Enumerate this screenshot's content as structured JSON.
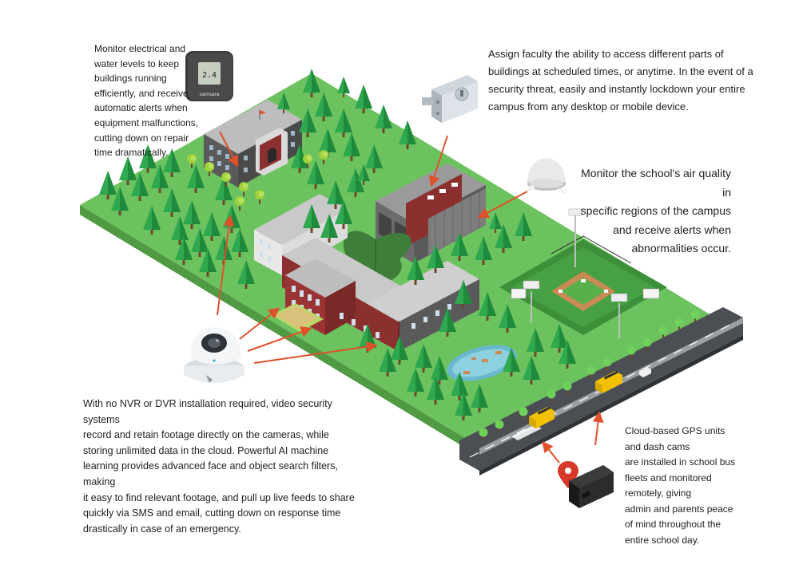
{
  "callouts": {
    "energy": "Monitor electrical and\nwater levels to keep\nbuildings running\nefficiently, and receive\nautomatic alerts when\nequipment malfunctions,\ncutting down on repair\ntime dramatically.",
    "access": "Assign faculty the ability to access different parts of\nbuildings at scheduled times, or anytime. In the event of a\nsecurity threat, easily and instantly lockdown your entire\ncampus from any desktop or mobile device.",
    "air": "Monitor the school's air quality in\nspecific regions of the campus\nand receive alerts when\nabnormalities occur.",
    "video": "With no NVR or DVR installation required, video security systems\nrecord and retain footage directly on the cameras, while\nstoring unlimited data in the cloud.  Powerful AI machine\nlearning provides advanced face and object search filters, making\nit easy to find relevant footage, and pull up live feeds to share\nquickly via SMS and email, cutting down on response time\ndrastically in case of an emergency.",
    "gps": "Cloud-based GPS units\nand dash cams\nare installed in school bus\nfleets and monitored\nremotely, giving\nadmin and parents peace\nof mind throughout the\nentire school day."
  },
  "devices": {
    "energy_monitor": {
      "display": "2.4",
      "brand": "samsara"
    }
  },
  "colors": {
    "grass": "#6cc25e",
    "grass_dark": "#52a847",
    "tree": "#2fa84f",
    "tree_dark": "#1f8a3b",
    "road": "#4b4f54",
    "arrow": "#e0502a",
    "building_dark": "#4a4a4a",
    "building_brick": "#8c2f2f",
    "roof": "#cfcfcf",
    "water": "#7fc6d9",
    "bus": "#f2c200"
  },
  "icons": [
    "energy-monitor-icon",
    "door-controller-icon",
    "air-sensor-icon",
    "dome-camera-icon",
    "map-pin-icon",
    "gps-tracker-icon"
  ]
}
